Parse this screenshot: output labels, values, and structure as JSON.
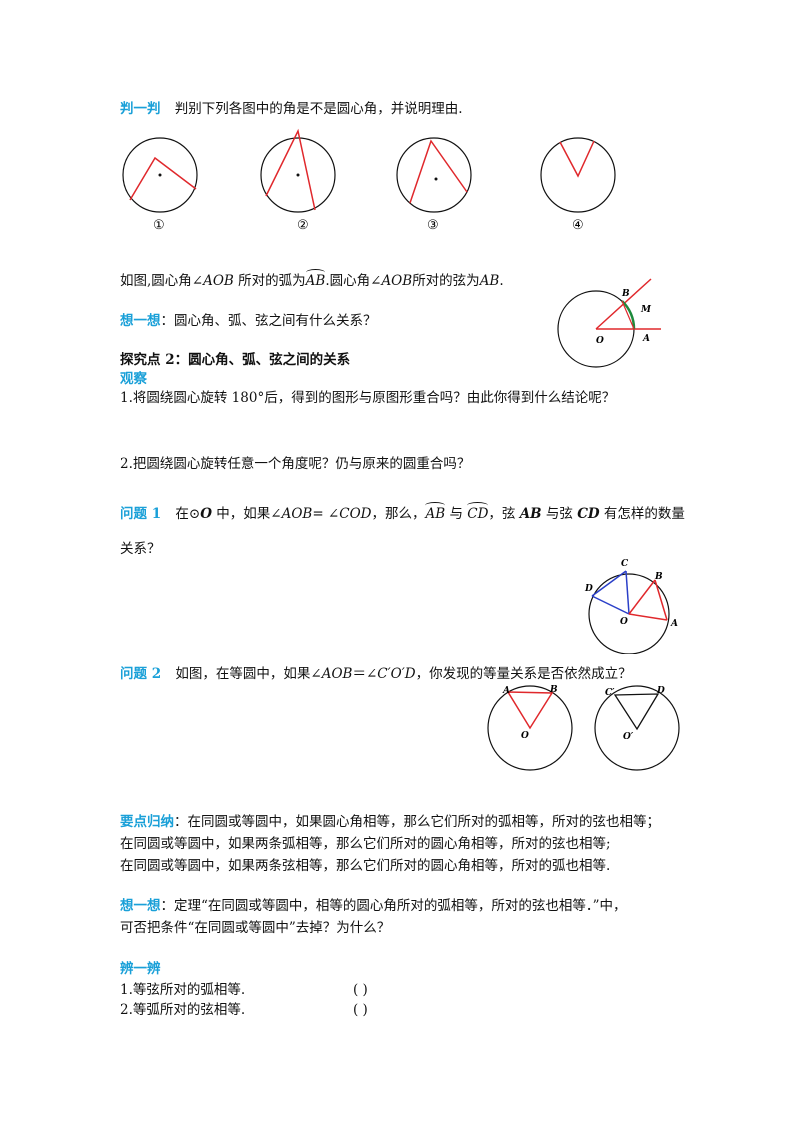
{
  "section1": {
    "label": "判一判",
    "text": "判别下列各图中的角是不是圆心角，并说明理由."
  },
  "figure_labels": [
    "①",
    "②",
    "③",
    "④"
  ],
  "intro": {
    "a": "如图,圆心角∠",
    "aob1": "AOB",
    "b": " 所对的弧为",
    "arc": "AB",
    "c": ".圆心角∠",
    "aob2": "AOB",
    "d": "所对的弦为",
    "chord": "AB",
    "e": "."
  },
  "think1": {
    "label": "想一想",
    "text": "：圆心角、弧、弦之间有什么关系？"
  },
  "explore_title": "探究点 2：圆心角、弧、弦之间的关系",
  "observe": {
    "label": "观察",
    "q1": "1.将圆绕圆心旋转 180°后，得到的图形与原图形重合吗？由此你得到什么结论呢？",
    "q2": "2.把圆绕圆心旋转任意一个角度呢？仍与原来的圆重合吗？"
  },
  "problem1": {
    "label": "问题 1",
    "a": "在⊙",
    "o": "O",
    "b": " 中，如果∠",
    "aob": "AOB=",
    "c": " ∠",
    "cod": "COD",
    "d": "，那么，",
    "arc1": "AB",
    "e": " 与 ",
    "arc2": "CD",
    "f": "，弦 ",
    "ab": "AB",
    "g": " 与弦 ",
    "cd": "CD",
    "h": " 有怎样的数量",
    "line2": "关系？"
  },
  "problem2": {
    "label": "问题 2",
    "a": "如图，在等圆中，如果∠",
    "aob": "AOB",
    "b": "＝∠",
    "cod": "C′O′D",
    "c": "，你发现的等量关系是否依然成立？"
  },
  "summary": {
    "label": "要点归纳",
    "line1": "：在同圆或等圆中，如果圆心角相等，那么它们所对的弧相等，所对的弦也相等；",
    "line2": "在同圆或等圆中，如果两条弧相等，那么它们所对的圆心角相等，所对的弦也相等;",
    "line3": "在同圆或等圆中，如果两条弦相等，那么它们所对的圆心角相等，所对的弧也相等."
  },
  "think2": {
    "label": "想一想",
    "line1": "：定理“在同圆或等圆中，相等的圆心角所对的弧相等，所对的弦也相等．”中，",
    "line2": "可否把条件“在同圆或等圆中”去掉？为什么？"
  },
  "distinguish": {
    "label": "辨一辨",
    "items": [
      {
        "text": "1.等弦所对的弧相等.",
        "paren": "(        )"
      },
      {
        "text": "2.等弧所对的弦相等.",
        "paren": "(        )"
      }
    ]
  },
  "diagram_labels": {
    "fig5": {
      "B": "B",
      "M": "M",
      "O": "O",
      "A": "A"
    },
    "fig6": {
      "C": "C",
      "B": "B",
      "D": "D",
      "O": "O",
      "A": "A"
    },
    "fig7": {
      "A": "A",
      "B": "B",
      "O": "O"
    },
    "fig8": {
      "C": "C′",
      "D": "D",
      "O": "O′"
    }
  },
  "colors": {
    "accent": "#1aa0d8",
    "red": "#e0282c",
    "blue": "#2a3fc8",
    "green": "#1e8a3c"
  }
}
